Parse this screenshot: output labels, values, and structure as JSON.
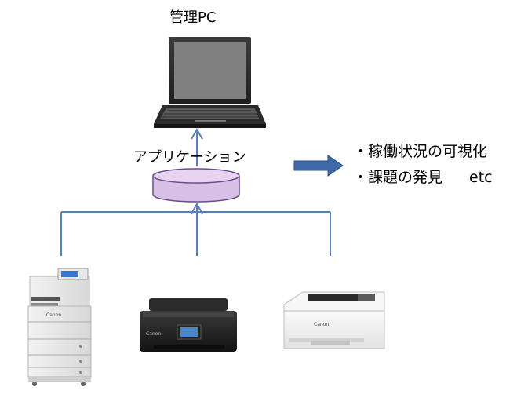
{
  "diagram": {
    "title_pc": "管理PC",
    "application_label": "アプリケーション",
    "results": [
      "・稼働状況の可視化",
      "・課題の発見"
    ],
    "results_extra": "etc",
    "brand": "Canon",
    "colors": {
      "connector": "#5b7fb8",
      "arrow_fill": "#3f6aa8",
      "database_fill": "#d7bfe6",
      "database_stroke": "#6a4f8a"
    },
    "icons": [
      "laptop-icon",
      "database-icon",
      "large-copier-icon",
      "inkjet-printer-icon",
      "laser-printer-icon"
    ]
  }
}
